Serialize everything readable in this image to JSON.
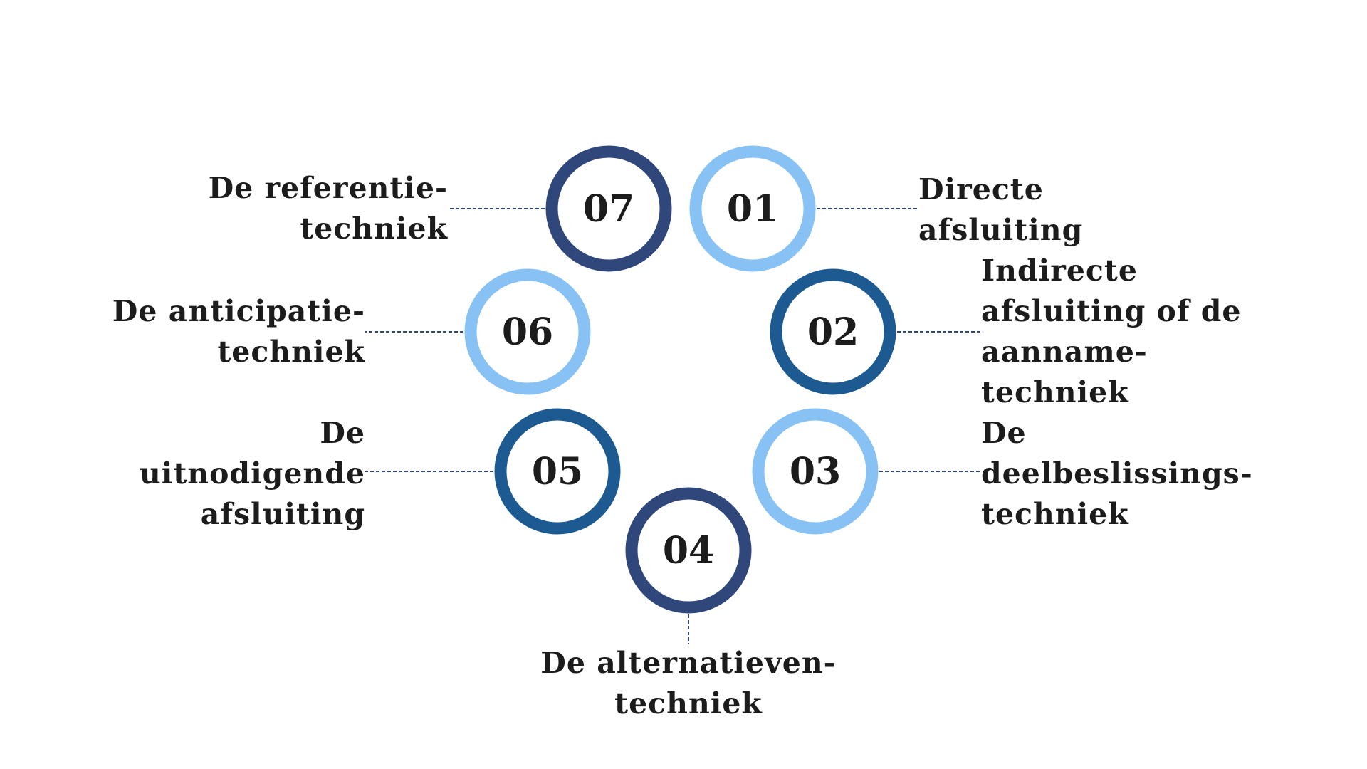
{
  "colors": {
    "navy": "#2f477a",
    "blue": "#1d5a91",
    "light": "#88c2f5",
    "text": "#1c1c1c",
    "connector": "#2f477a"
  },
  "steps": [
    {
      "number": "01",
      "color": "light",
      "label": [
        "Directe",
        "afsluiting"
      ]
    },
    {
      "number": "02",
      "color": "blue",
      "label": [
        "Indirecte",
        "afsluiting of de",
        "aanname-",
        "techniek"
      ]
    },
    {
      "number": "03",
      "color": "light",
      "label": [
        "De",
        "deelbeslissings-",
        "techniek"
      ]
    },
    {
      "number": "04",
      "color": "navy",
      "label": [
        "De alternatieven-",
        "techniek"
      ]
    },
    {
      "number": "05",
      "color": "blue",
      "label": [
        "De",
        "uitnodigende",
        "afsluiting"
      ]
    },
    {
      "number": "06",
      "color": "light",
      "label": [
        "De anticipatie-",
        "techniek"
      ]
    },
    {
      "number": "07",
      "color": "navy",
      "label": [
        "De referentie-",
        "techniek"
      ]
    }
  ]
}
